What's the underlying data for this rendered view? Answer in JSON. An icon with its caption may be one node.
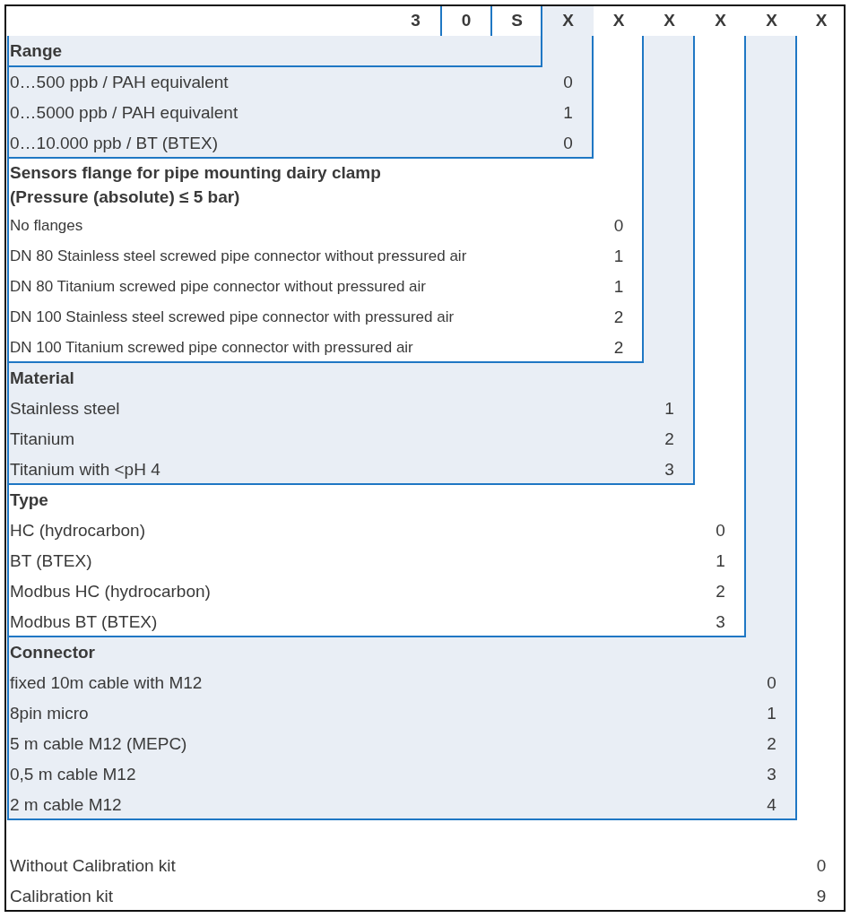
{
  "diagram": {
    "labels": [
      "3",
      "0",
      "S",
      "X",
      "X",
      "X",
      "X",
      "X",
      "X",
      "Range",
      "0…500 ppb / PAH equivalent",
      "0",
      "0…5000 ppb / PAH equivalent",
      "1",
      "0…10.000 ppb / BT (BTEX)",
      "0",
      "Sensors flange for pipe mounting dairy clamp (Pressure (absolute) ≤ 5 bar)",
      "No flanges",
      "0",
      "DN 80 Stainless steel screwed pipe connector without pressured air",
      "1",
      "DN 80 Titanium screwed pipe connector without pressured air",
      "1",
      "DN 100 Stainless steel screwed pipe connector with pressured air",
      "2",
      "DN 100 Titanium screwed pipe connector with pressured air",
      "2",
      "Material",
      "Stainless steel",
      "1",
      "Titanium",
      "2",
      "Titanium with <pH 4",
      "3",
      "Type",
      "HC (hydrocarbon)",
      "0",
      "BT (BTEX)",
      "1",
      "Modbus HC (hydrocarbon)",
      "2",
      "Modbus BT (BTEX)",
      "3",
      "Connector",
      "fixed 10m cable with M12",
      "0",
      "8pin micro",
      "1",
      "5 m cable M12 (MEPC)",
      "2",
      "0,5 m cable M12",
      "3",
      "2 m cable M12",
      "4",
      "Without Calibration kit",
      "0",
      "Calibration kit",
      "9"
    ]
  }
}
